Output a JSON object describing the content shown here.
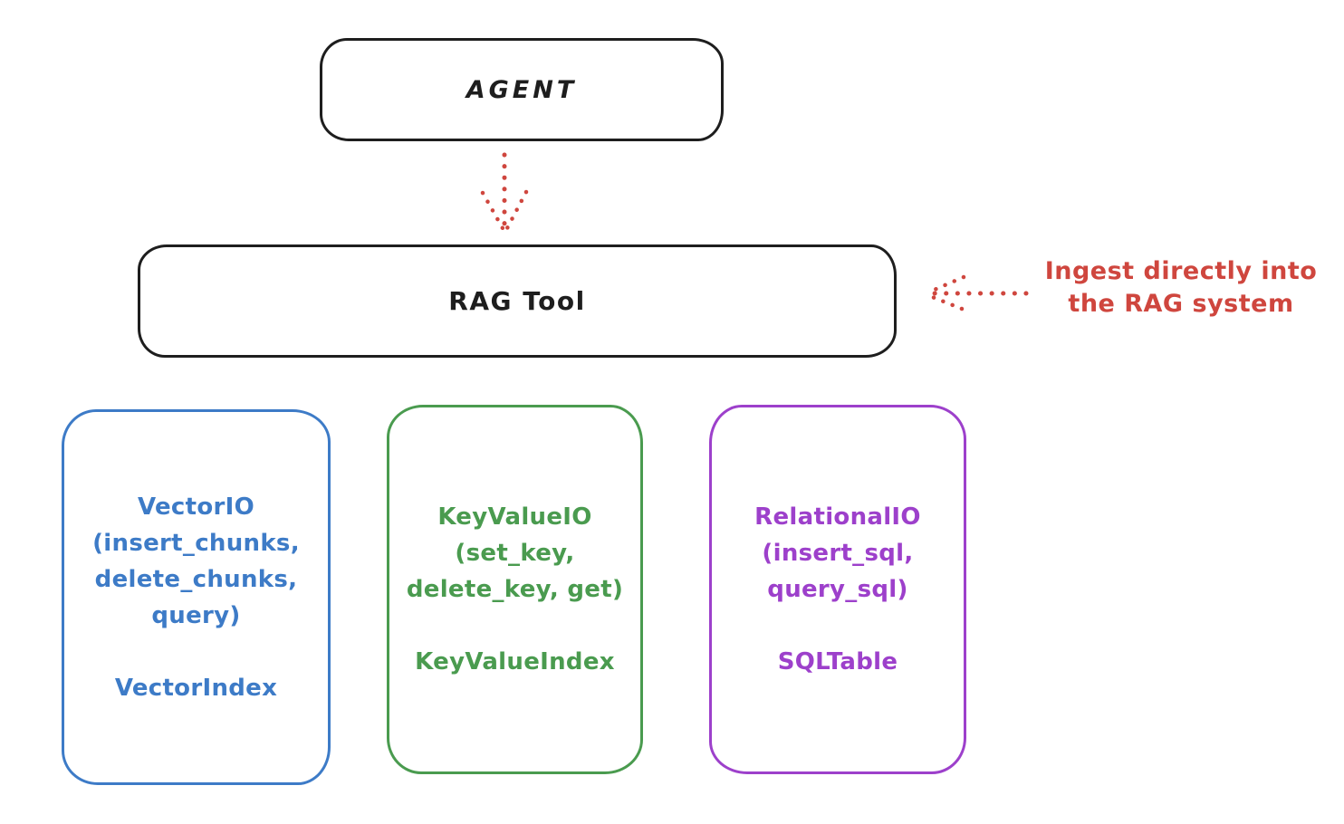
{
  "nodes": {
    "agent": {
      "label": "AGENT"
    },
    "rag_tool": {
      "label": "RAG Tool"
    }
  },
  "annotation": {
    "lines": [
      "Ingest directly into",
      "the RAG system"
    ]
  },
  "stores": [
    {
      "name": "VectorIO",
      "lines": [
        "VectorIO",
        "(insert_chunks,",
        "delete_chunks,",
        "query)",
        "",
        "VectorIndex"
      ]
    },
    {
      "name": "KeyValueIO",
      "lines": [
        "KeyValueIO",
        "(set_key,",
        "delete_key, get)",
        "",
        "KeyValueIndex"
      ]
    },
    {
      "name": "RelationalIO",
      "lines": [
        "RelationalIO",
        "(insert_sql,",
        "query_sql)",
        "",
        "SQLTable"
      ]
    }
  ],
  "colors": {
    "ink": "#1e1e1e",
    "red": "#cf463e",
    "blue": "#3d7bc7",
    "green": "#4a9b4f",
    "purple": "#9d40cb",
    "background": "#ffffff"
  }
}
